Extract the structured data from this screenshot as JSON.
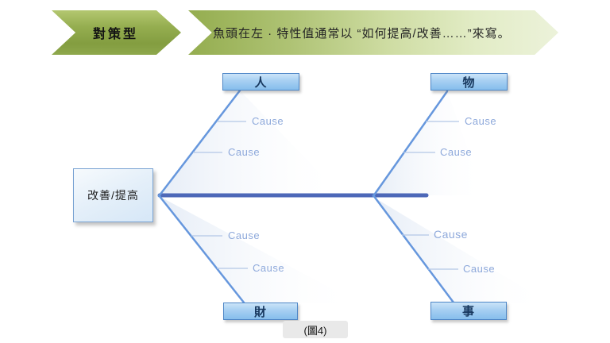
{
  "banner": {
    "tag_label": "對策型",
    "description": "魚頭在左 · 特性值通常以 “如何提高/改善……”來寫。"
  },
  "diagram": {
    "type": "fishbone",
    "head_label": "改善/提高",
    "branches": [
      {
        "category": "人",
        "position": "top-left",
        "causes": [
          "Cause",
          "Cause"
        ]
      },
      {
        "category": "物",
        "position": "top-right",
        "causes": [
          "Cause",
          "Cause"
        ]
      },
      {
        "category": "財",
        "position": "bottom-left",
        "causes": [
          "Cause",
          "Cause"
        ]
      },
      {
        "category": "事",
        "position": "bottom-right",
        "causes": [
          "Cause",
          "Cause"
        ]
      }
    ],
    "colors": {
      "spine": "#4d68b8",
      "branch": "#6697dd",
      "tick": "#b3c7e6",
      "cause_text": "#8ea9db",
      "category_border": "#4e86c6",
      "category_fill": "#a6cff2",
      "banner_green": "#94ad4f"
    }
  },
  "caption": {
    "label": "(圖4)"
  }
}
